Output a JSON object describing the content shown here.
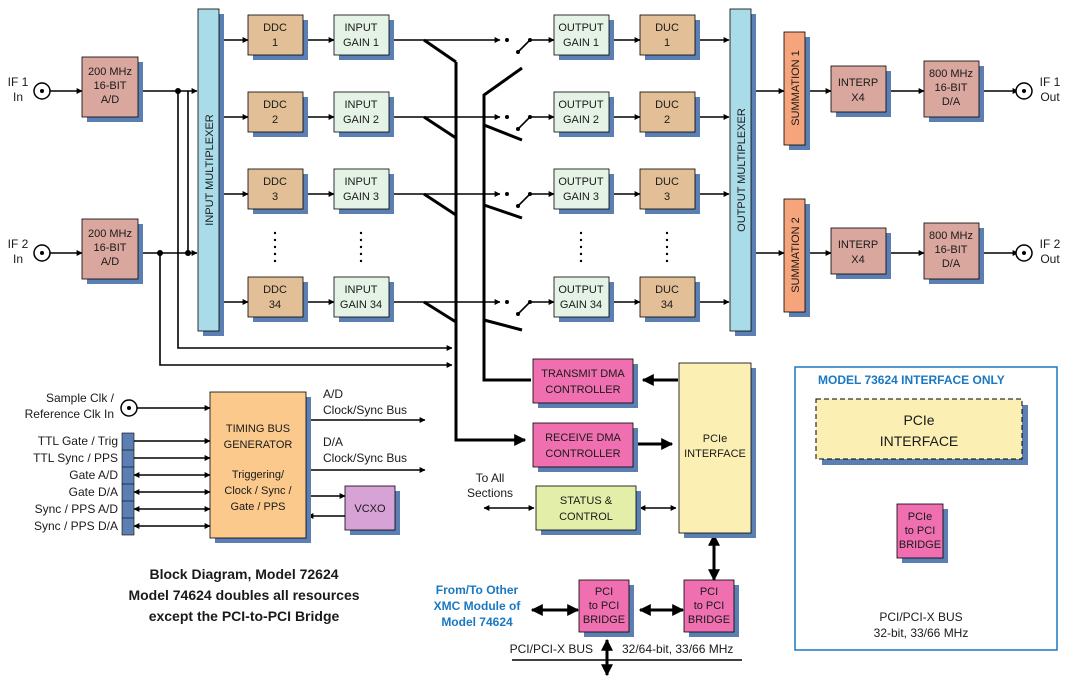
{
  "colors": {
    "adc": "#d9a79e",
    "ddc": "#e2bf96",
    "gain": "#e4f3e6",
    "duc": "#e2bf96",
    "sum": "#f5a47b",
    "interp": "#d9a79e",
    "dac": "#d9a79e",
    "mux": "#a9dbe8",
    "pink": "#ef6fb1",
    "yellow": "#fbefb4",
    "timing": "#fbc98c",
    "status": "#e3eea8",
    "shadow": "#5b7fb2",
    "accent": "#1a78c2"
  },
  "inputs": {
    "if1": [
      "IF 1",
      "In"
    ],
    "if2": [
      "IF 2",
      "In"
    ],
    "sample_clk": [
      "Sample Clk /",
      "Reference Clk In"
    ]
  },
  "outputs": {
    "if1": [
      "IF 1",
      "Out"
    ],
    "if2": [
      "IF 2",
      "Out"
    ]
  },
  "adc": [
    "200 MHz",
    "16-BIT",
    "A/D"
  ],
  "dac": [
    "800 MHz",
    "16-BIT",
    "D/A"
  ],
  "input_mux": "INPUT MULTIPLEXER",
  "output_mux": "OUTPUT MULTIPLEXER",
  "summation": [
    "SUMMATION 1",
    "SUMMATION 2"
  ],
  "interp": [
    "INTERP",
    "X4"
  ],
  "ddc": [
    [
      "DDC",
      "1"
    ],
    [
      "DDC",
      "2"
    ],
    [
      "DDC",
      "3"
    ],
    [
      "DDC",
      "34"
    ]
  ],
  "input_gain": [
    [
      "INPUT",
      "GAIN 1"
    ],
    [
      "INPUT",
      "GAIN 2"
    ],
    [
      "INPUT",
      "GAIN 3"
    ],
    [
      "INPUT",
      "GAIN 34"
    ]
  ],
  "output_gain": [
    [
      "OUTPUT",
      "GAIN 1"
    ],
    [
      "OUTPUT",
      "GAIN 2"
    ],
    [
      "OUTPUT",
      "GAIN 3"
    ],
    [
      "OUTPUT",
      "GAIN 34"
    ]
  ],
  "duc": [
    [
      "DUC",
      "1"
    ],
    [
      "DUC",
      "2"
    ],
    [
      "DUC",
      "3"
    ],
    [
      "DUC",
      "34"
    ]
  ],
  "transmit_dma": [
    "TRANSMIT DMA",
    "CONTROLLER"
  ],
  "receive_dma": [
    "RECEIVE DMA",
    "CONTROLLER"
  ],
  "status_control": [
    "STATUS &",
    "CONTROL"
  ],
  "pcie_interface": [
    "PCIe",
    "INTERFACE"
  ],
  "to_all_sections": [
    "To All",
    "Sections"
  ],
  "timing": {
    "title": [
      "TIMING BUS",
      "GENERATOR"
    ],
    "sub": [
      "Triggering/",
      "Clock / Sync /",
      "Gate / PPS"
    ],
    "ad_bus": [
      "A/D",
      "Clock/Sync Bus"
    ],
    "da_bus": [
      "D/A",
      "Clock/Sync Bus"
    ],
    "signals": [
      "TTL Gate / Trig",
      "TTL Sync / PPS",
      "Gate A/D",
      "Gate D/A",
      "Sync / PPS A/D",
      "Sync / PPS D/A"
    ]
  },
  "vcxo": "VCXO",
  "bridge": [
    "PCI",
    "to PCI",
    "BRIDGE"
  ],
  "pcie_bridge": [
    "PCIe",
    "to PCI",
    "BRIDGE"
  ],
  "from_to_other": [
    "From/To Other",
    "XMC Module of",
    "Model 74624"
  ],
  "pci_bus_bottom": [
    "PCI/PCI-X BUS",
    "32/64-bit, 33/66 MHz"
  ],
  "caption": [
    "Block Diagram, Model 72624",
    "Model 74624 doubles all resources",
    "except the PCI-to-PCI Bridge"
  ],
  "model_73624": {
    "title": "MODEL 73624 INTERFACE ONLY",
    "pcie": [
      "PCIe",
      "INTERFACE"
    ],
    "bus": [
      "PCI/PCI-X BUS",
      "32-bit, 33/66 MHz"
    ]
  }
}
